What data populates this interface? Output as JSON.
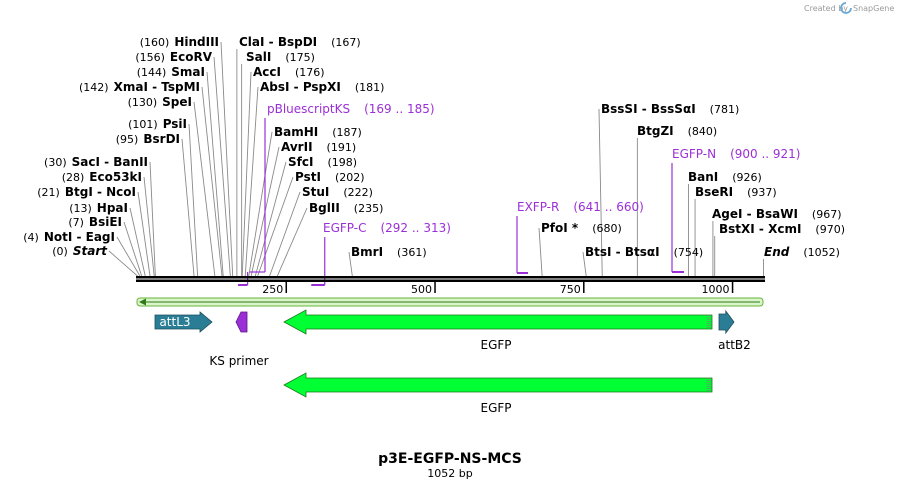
{
  "title": "p3E-EGFP-NS-MCS",
  "length_label": "1052 bp",
  "credit": {
    "text": "Created by",
    "brand": "SnapGene",
    "icon": "snapgene-logo-icon"
  },
  "axis": {
    "ticks": [
      250,
      500,
      750,
      1000
    ],
    "tick_labels": [
      "250",
      "500",
      "750",
      "1000"
    ]
  },
  "colors": {
    "primer": "#9b2fd6",
    "egfp": "#00ff33",
    "att": "#2a7d95",
    "ks_primer": "#9b2fd6"
  },
  "sites": [
    {
      "pos_text": "(0)",
      "name": "Start",
      "site": 0,
      "italic": true
    },
    {
      "pos_text": "(4)",
      "name": "NotI  -  EagI",
      "site": 4
    },
    {
      "pos_text": "(7)",
      "name": "BsiEI",
      "site": 7
    },
    {
      "pos_text": "(13)",
      "name": "HpaI",
      "site": 13
    },
    {
      "pos_text": "(21)",
      "name": "BtgI  -  NcoI",
      "site": 21
    },
    {
      "pos_text": "(28)",
      "name": "Eco53kI",
      "site": 28
    },
    {
      "pos_text": "(30)",
      "name": "SacI  -  BanII",
      "site": 30
    },
    {
      "pos_text": "(95)",
      "name": "BsrDI",
      "site": 95
    },
    {
      "pos_text": "(101)",
      "name": "PsiI",
      "site": 101
    },
    {
      "pos_text": "(130)",
      "name": "SpeI",
      "site": 130
    },
    {
      "pos_text": "(142)",
      "name": "XmaI  -  TspMI",
      "site": 142
    },
    {
      "pos_text": "(144)",
      "name": "SmaI",
      "site": 144
    },
    {
      "pos_text": "(156)",
      "name": "EcoRV",
      "site": 156
    },
    {
      "pos_text": "(160)",
      "name": "HindIII",
      "site": 160
    },
    {
      "pos_text": "(167)",
      "name": "ClaI  -  BspDI",
      "site": 167,
      "pos_after": true
    },
    {
      "pos_text": "(175)",
      "name": "SalI",
      "site": 175,
      "pos_after": true
    },
    {
      "pos_text": "(176)",
      "name": "AccI",
      "site": 176,
      "pos_after": true
    },
    {
      "pos_text": "(181)",
      "name": "AbsI  -  PspXI",
      "site": 181,
      "pos_after": true
    },
    {
      "pos_text": "(187)",
      "name": "BamHI",
      "site": 187,
      "pos_after": true
    },
    {
      "pos_text": "(191)",
      "name": "AvrII",
      "site": 191,
      "pos_after": true
    },
    {
      "pos_text": "(198)",
      "name": "SfcI",
      "site": 198,
      "pos_after": true
    },
    {
      "pos_text": "(202)",
      "name": "PstI",
      "site": 202,
      "pos_after": true
    },
    {
      "pos_text": "(222)",
      "name": "StuI",
      "site": 222,
      "pos_after": true
    },
    {
      "pos_text": "(235)",
      "name": "BglII",
      "site": 235,
      "pos_after": true
    },
    {
      "pos_text": "(361)",
      "name": "BmrI",
      "site": 361,
      "pos_after": true
    },
    {
      "pos_text": "(680)",
      "name": "PfoI *",
      "site": 680,
      "pos_after": true
    },
    {
      "pos_text": "(754)",
      "name": "BtsI  -  BtsαI",
      "site": 754,
      "pos_after": true
    },
    {
      "pos_text": "(781)",
      "name": "BssSI  -  BssSαI",
      "site": 781,
      "pos_after": true
    },
    {
      "pos_text": "(840)",
      "name": "BtgZI",
      "site": 840,
      "pos_after": true
    },
    {
      "pos_text": "(926)",
      "name": "BanI",
      "site": 926,
      "pos_after": true
    },
    {
      "pos_text": "(937)",
      "name": "BseRI",
      "site": 937,
      "pos_after": true
    },
    {
      "pos_text": "(967)",
      "name": "AgeI  -  BsaWI",
      "site": 967,
      "pos_after": true
    },
    {
      "pos_text": "(970)",
      "name": "BstXI  -  XcmI",
      "site": 970,
      "pos_after": true
    },
    {
      "pos_text": "(1052)",
      "name": "End",
      "site": 1052,
      "italic": true,
      "pos_after": true
    }
  ],
  "primers": [
    {
      "name": "pBluescriptKS",
      "range": "(169 .. 185)",
      "start": 169,
      "end": 185
    },
    {
      "name": "EGFP-C",
      "range": "(292 .. 313)",
      "start": 292,
      "end": 313
    },
    {
      "name": "EXFP-R",
      "range": "(641 .. 660)",
      "start": 641,
      "end": 660
    },
    {
      "name": "EGFP-N",
      "range": "(900 .. 921)",
      "start": 900,
      "end": 921
    }
  ],
  "features": [
    {
      "name": "attL3",
      "start": 30,
      "end": 128,
      "type": "att",
      "direction": "forward",
      "label_inside": true
    },
    {
      "name": "KS primer",
      "start": 170,
      "end": 187,
      "type": "primer",
      "direction": "reverse"
    },
    {
      "name": "EGFP",
      "start": 245,
      "end": 967,
      "type": "cds",
      "direction": "reverse",
      "row": 1
    },
    {
      "name": "attB2",
      "start": 972,
      "end": 997,
      "type": "att",
      "direction": "forward"
    },
    {
      "name": "EGFP",
      "start": 245,
      "end": 967,
      "type": "cds",
      "direction": "reverse",
      "row": 2
    }
  ]
}
